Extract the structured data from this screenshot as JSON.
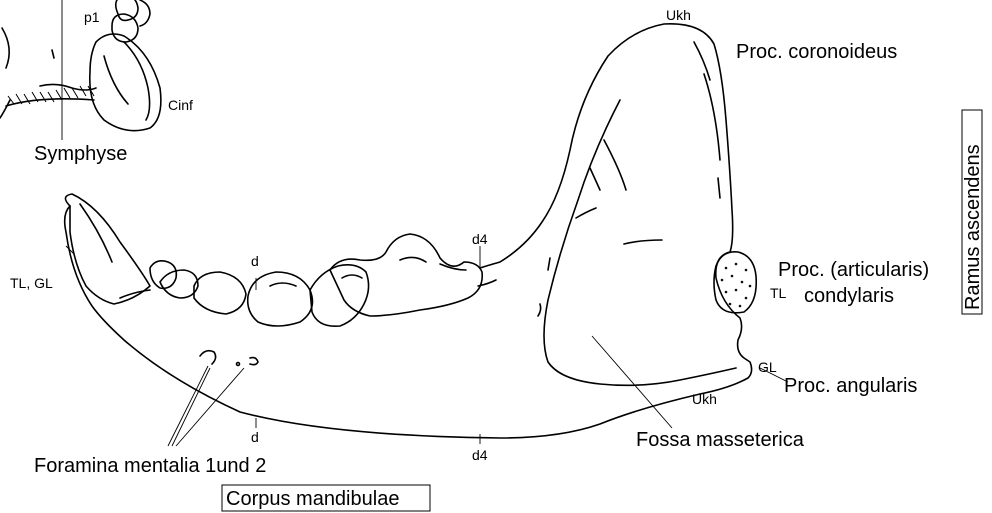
{
  "labels": {
    "p1": "p1",
    "cinf": "Cinf",
    "symphyse": "Symphyse",
    "ukh_top": "Ukh",
    "proc_coronoideus": "Proc. coronoideus",
    "ramus_ascendens": "Ramus ascendens",
    "d4_upper": "d4",
    "d_upper": "d",
    "tl_gl": "TL, GL",
    "proc_articularis_line1": "Proc. (articularis)",
    "proc_articularis_line2": "condylaris",
    "tl_condyle": "TL",
    "gl_angle": "GL",
    "proc_angularis": "Proc. angularis",
    "ukh_bottom": "Ukh",
    "d_lower": "d",
    "d4_lower": "d4",
    "fossa_masseterica": "Fossa masseterica",
    "foramina_mentalia": "Foramina mentalia 1und 2",
    "corpus_mandibulae": "Corpus mandibulae"
  }
}
